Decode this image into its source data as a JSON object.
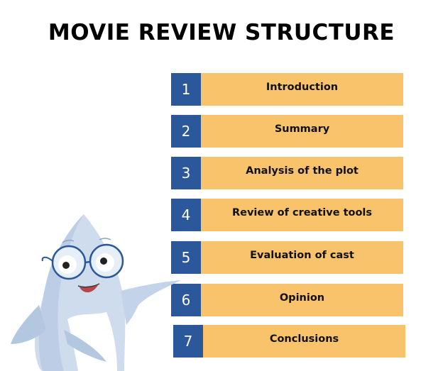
{
  "title": "MOVIE REVIEW STRUCTURE",
  "colors": {
    "number_bg": "#2b589b",
    "label_bg": "#f8c36a",
    "text": "#111111",
    "mascot": "#c9d8ec"
  },
  "steps": [
    {
      "number": "1",
      "label": "Introduction"
    },
    {
      "number": "2",
      "label": "Summary"
    },
    {
      "number": "3",
      "label": "Analysis of the plot"
    },
    {
      "number": "4",
      "label": "Review of creative tools"
    },
    {
      "number": "5",
      "label": "Evaluation of cast"
    },
    {
      "number": "6",
      "label": "Opinion"
    },
    {
      "number": "7",
      "label": "Conclusions"
    }
  ],
  "mascot": {
    "description": "shark-mascot-with-glasses"
  }
}
